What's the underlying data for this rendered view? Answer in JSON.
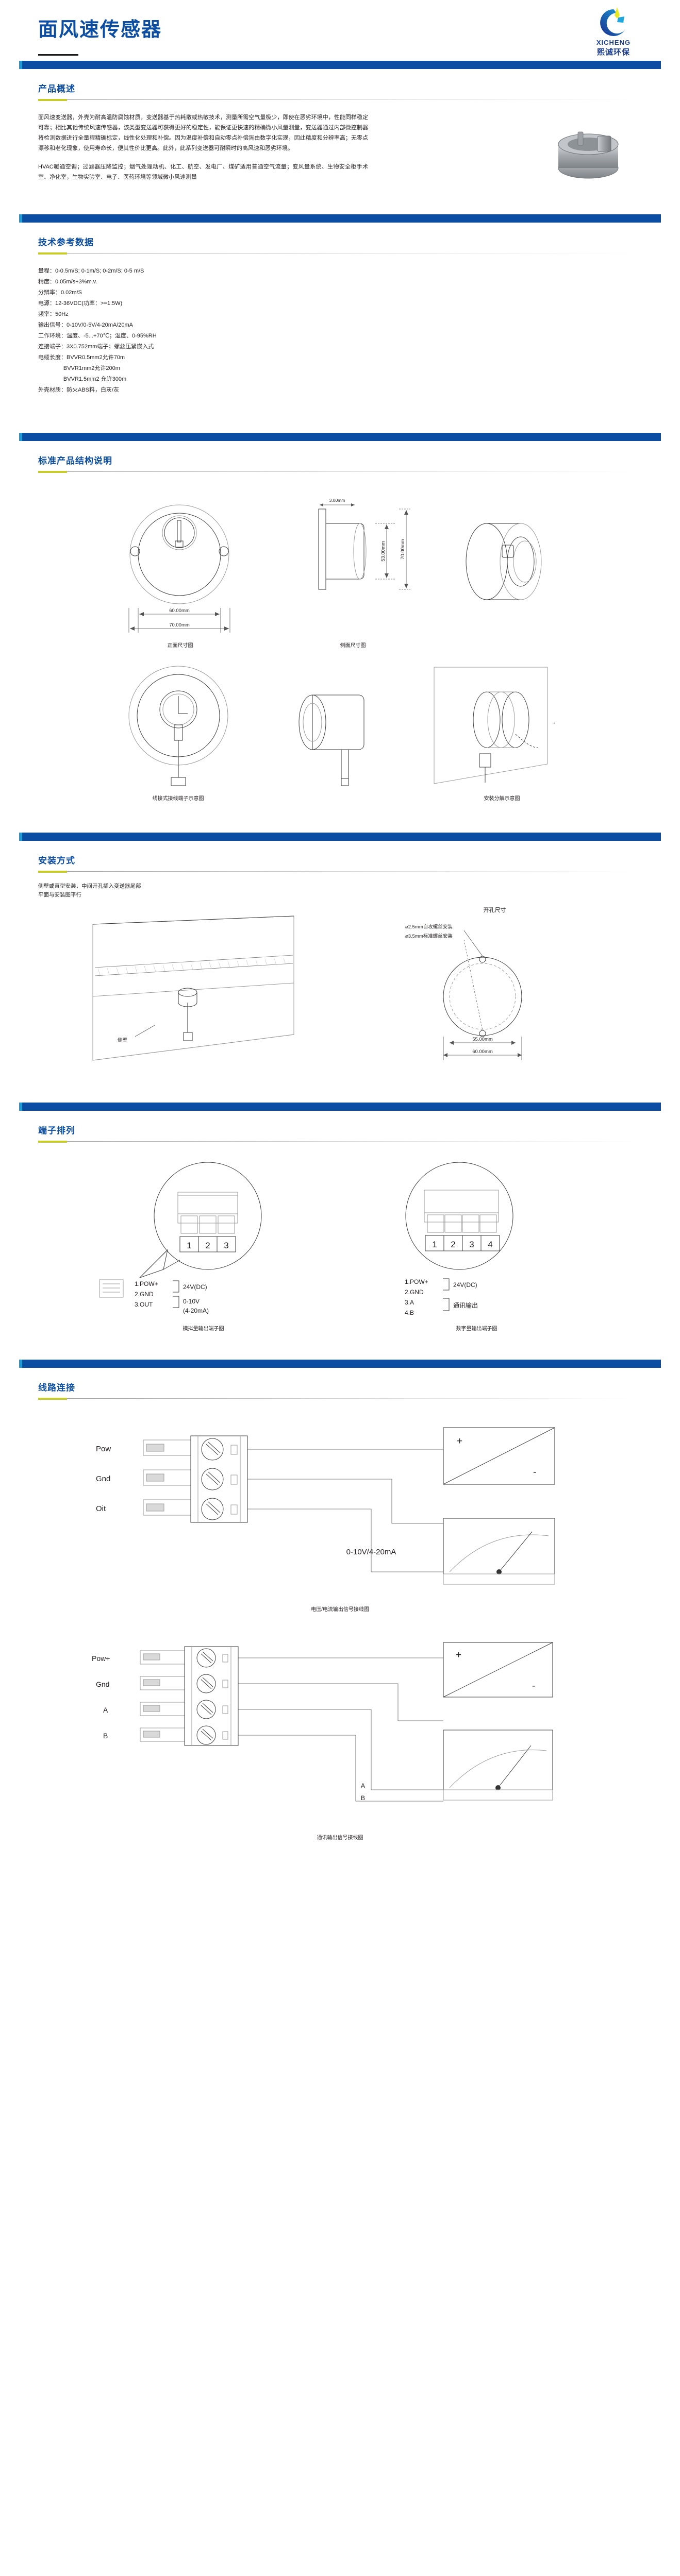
{
  "header": {
    "title": "面风速传感器",
    "logo_word": "XICHENG",
    "logo_cn": "熙诚环保"
  },
  "sections": {
    "overview": {
      "title": "产品概述",
      "paragraph1": "面风速变送器，外壳为耐高温防腐蚀材质，变送器基于热耗散或热敏技术，测量所需空气量极少，即使在恶劣环境中，性能同样稳定可靠；相比其他传统风速传感器，该类型变送器可获得更好的稳定性，能保证更快速的精确微小风量测量，变送器通过内部微控制器将检测数据进行全量程精确标定，线性化处理和补偿。因为温度补偿和自动零点补偿皆由数字化实现，因此精度和分辨率高；无零点漂移和老化现象，使用寿命长，便其性价比更高。此外，此系列变送器可耐瞬时的高风速和恶劣环境。",
      "paragraph2": "HVAC暖通空调；过滤器压降监控；烟气处理动机、化工、航空、发电厂、煤矿适用普通空气流量；变风量系统、生物安全柜手术室、净化室，生物实验室、电子、医药环境等领域微小风速测量"
    },
    "tech": {
      "title": "技术参考数据",
      "items": [
        "量程：0-0.5m/S; 0-1m/S; 0-2m/S; 0-5 m/S",
        "精度：0.05m/s+3%m.v.",
        "分辨率：0.02m/S",
        "电源：12-36VDC(功率：>=1.5W)",
        "频率：50Hz",
        "输出信号：0-10V/0-5V/4-20mA/20mA",
        "工作环境：温度、-5...+70℃；湿度、0-95%RH",
        "连接端子：3X0.752mm端子；螺丝压紧嵌入式",
        "电缆长度：BVVR0.5mm2允许70m",
        "                BVVR1mm2允许200m",
        "                BVVR1.5mm2 允许300m",
        "外壳材质：防火ABS料，白灰/灰"
      ]
    },
    "structure": {
      "title": "标准产品结构说明",
      "captions": {
        "front": "正面尺寸图",
        "side": "侧面尺寸图",
        "wire": "线接式接线端子示意图",
        "explode": "安装分解示意图"
      },
      "dims": {
        "d60": "60.00mm",
        "d70": "70.00mm",
        "d53": "53.00mm",
        "d70b": "70.00mm",
        "d3": "3.00mm"
      }
    },
    "install": {
      "title": "安装方式",
      "lines": [
        "侧壁或直型安装，中间开孔插入变送器尾部",
        "平面与安装图平行"
      ],
      "hole_title": "开孔尺寸",
      "hole_notes": [
        "⌀2.5mm自攻螺丝安装",
        "⌀3.5mm标准螺丝安装"
      ],
      "hole_dims": {
        "inner": "55.00mm",
        "outer": "60.00mm"
      },
      "wall_label": "侧壁"
    },
    "terminal": {
      "title": "端子排列",
      "analog": {
        "numbers": [
          "1",
          "2",
          "3"
        ],
        "pins": [
          "1.POW+",
          "2.GND",
          "3.OUT"
        ],
        "group1": "24V(DC)",
        "group2_line1": "0-10V",
        "group2_line2": "(4-20mA)",
        "caption": "模拟量输出端子图"
      },
      "digital": {
        "numbers": [
          "1",
          "2",
          "3",
          "4"
        ],
        "pins": [
          "1.POW+",
          "2.GND",
          "3.A",
          "4.B"
        ],
        "group1": "24V(DC)",
        "group2": "通讯输出",
        "caption": "数字量输出端子图"
      }
    },
    "wiring": {
      "title": "线路连接",
      "diagram1": {
        "labels": [
          "Pow",
          "Gnd",
          "Oit"
        ],
        "meter_label": "0-10V/4-20mA",
        "caption": "电压/电流输出信号接线图",
        "plus": "+",
        "minus": "-"
      },
      "diagram2": {
        "labels": [
          "Pow+",
          "Gnd",
          "A",
          "B"
        ],
        "bus_labels": [
          "A",
          "B"
        ],
        "caption": "通讯输出信号接线图",
        "plus": "+",
        "minus": "-"
      }
    }
  },
  "colors": {
    "brand_blue": "#0b4da2",
    "accent_cyan": "#1f9ad6",
    "accent_olive": "#c8cc2a"
  }
}
